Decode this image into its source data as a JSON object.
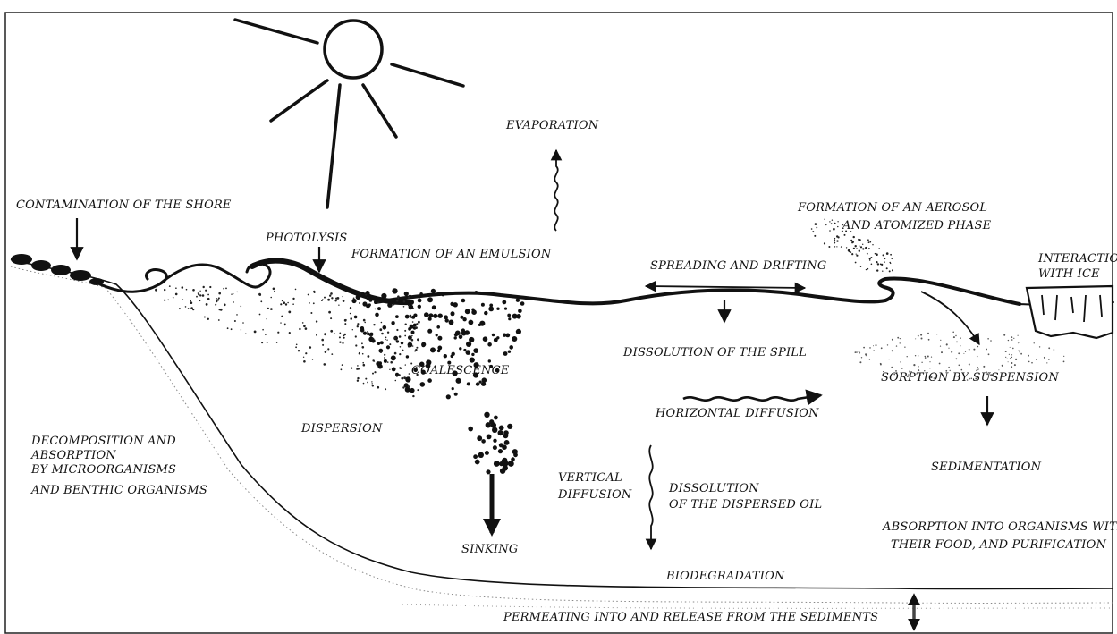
{
  "labels": {
    "evaporation": "EVAPORATION",
    "contamination_of_the_shore": "CONTAMINATION OF THE SHORE",
    "photolysis": "PHOTOLYSIS",
    "formation_of_an_emulsion": "FORMATION OF AN EMULSION",
    "formation_of_an_aerosol_line1": "FORMATION OF AN AEROSOL",
    "formation_of_an_aerosol_line2": "AND ATOMIZED PHASE",
    "spreading_and_drifting": "SPREADING AND DRIFTING",
    "interaction_with_ice_line1": "INTERACTION",
    "interaction_with_ice_line2": "WITH ICE",
    "dissolution_of_the_spill": "DISSOLUTION OF THE SPILL",
    "coalescence": "COALESCENCE",
    "sorption_by_suspension": "SORPTION BY SUSPENSION",
    "horizontal_diffusion": "HORIZONTAL DIFFUSION",
    "dispersion": "DISPERSION",
    "decomposition_line1": "DECOMPOSITION AND",
    "decomposition_line2": "ABSORPTION",
    "decomposition_line3": "BY MICROORGANISMS",
    "decomposition_line4": "AND BENTHIC ORGANISMS",
    "sedimentation": "SEDIMENTATION",
    "vertical_diffusion_line1": "VERTICAL",
    "vertical_diffusion_line2": "DIFFUSION",
    "dissolution_dispersed_line1": "DISSOLUTION",
    "dissolution_dispersed_line2": "OF THE DISPERSED OIL",
    "absorption_organisms_line1": "ABSORPTION INTO ORGANISMS WITH",
    "absorption_organisms_line2": "THEIR FOOD, AND PURIFICATION",
    "sinking": "SINKING",
    "biodegradation": "BIODEGRADATION",
    "permeating": "PERMEATING INTO AND RELEASE FROM THE SEDIMENTS"
  },
  "icons": [
    "sun-icon",
    "ice-floe-icon",
    "oil-droplets-icon"
  ]
}
